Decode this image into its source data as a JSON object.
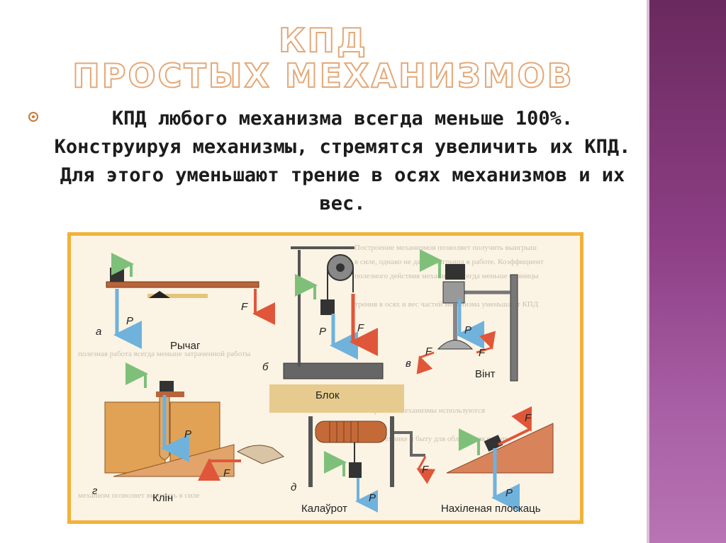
{
  "title": {
    "line1": "КПД",
    "line2": "ПРОСТЫХ МЕХАНИЗМОВ"
  },
  "bullet": {
    "text": "КПД любого механизма всегда меньше 100%. Конструируя механизмы, стремятся увеличить их КПД. Для этого уменьшают трение в осях механизмов и их вес."
  },
  "figure": {
    "panels": [
      {
        "letter": "а",
        "caption": "Рычаг"
      },
      {
        "letter": "б",
        "caption": "Блок"
      },
      {
        "letter": "в",
        "caption": "Вінт"
      },
      {
        "letter": "г",
        "caption": "Клін"
      },
      {
        "letter": "д",
        "caption": "Калаўрот"
      },
      {
        "letter": "",
        "caption": "Нахіленая плоскаць"
      }
    ],
    "force_labels": {
      "P": "P",
      "F": "F"
    }
  },
  "colors": {
    "sidebar": "#8e3f86",
    "title_outline": "#e4a877",
    "figure_border": "#f1b23a",
    "arrow_blue": "#6fb2dc",
    "arrow_red": "#e0563a",
    "arrow_green": "#7ec07a"
  }
}
